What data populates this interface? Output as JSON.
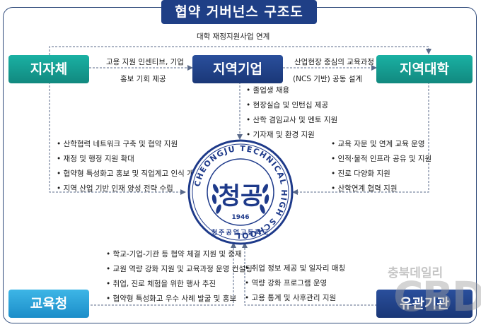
{
  "title": "협약 거버넌스 구조도",
  "top_label": "대학 재정지원사업 연계",
  "nodes": {
    "left": "지자체",
    "center": "지역기업",
    "right": "지역대학",
    "bottom_left": "교육청",
    "bottom_right": "유관기관"
  },
  "edges": {
    "left_center_1": "고용 지원 인센티브, 기업",
    "left_center_2": "홍보 기회 제공",
    "center_right_1": "산업현장 중심의 교육과정",
    "center_right_2": "(NCS 기반) 공동 설계"
  },
  "lists": {
    "company": [
      "졸업생 채용",
      "현장실습 및 인턴십 제공",
      "산학 겸임교사 및 멘토 지원",
      "기자재 및 환경 지원"
    ],
    "local_gov": [
      "산학협력 네트워크 구축 및 협약 지원",
      "재정 및 행정 지원 확대",
      "협약형 특성화고 홍보 및 직업계고 인식 개선",
      "지역 산업 기반 인재 양성 전략 수립"
    ],
    "university": [
      "교육 자문 및 연계 교육 운영",
      "인적·물적 인프라 공유 및 지원",
      "진로 다양화 지원",
      "산학연계 협력 지원"
    ],
    "edu_office": [
      "학교-기업-기관 등 협약 체결 지원 및 중재",
      "교원 역량 강화 지원 및 교육과정 운영 컨설팅",
      "취업, 진로 체험을 위한 행사 추진",
      "협약형 특성화고 우수 사례 발굴 및 홍보"
    ],
    "agencies": [
      "취업 정보 제공 및 일자리 매칭",
      "역량 강화 프로그램 운영",
      "고용 통계 및 사후관리 지원"
    ]
  },
  "seal": {
    "ring_text": "CHEONGJU TECHNICAL HIGH SCHOOL",
    "center_text": "청공",
    "year": "1946",
    "korean_name": "청주공업고등학교"
  },
  "watermark": {
    "name": "충북데일리",
    "logo": "CBD"
  },
  "colors": {
    "teal": "#14a094",
    "navy": "#1f3f86",
    "light_blue": "#2aa2d8",
    "arrow": "#5a6a8a"
  }
}
